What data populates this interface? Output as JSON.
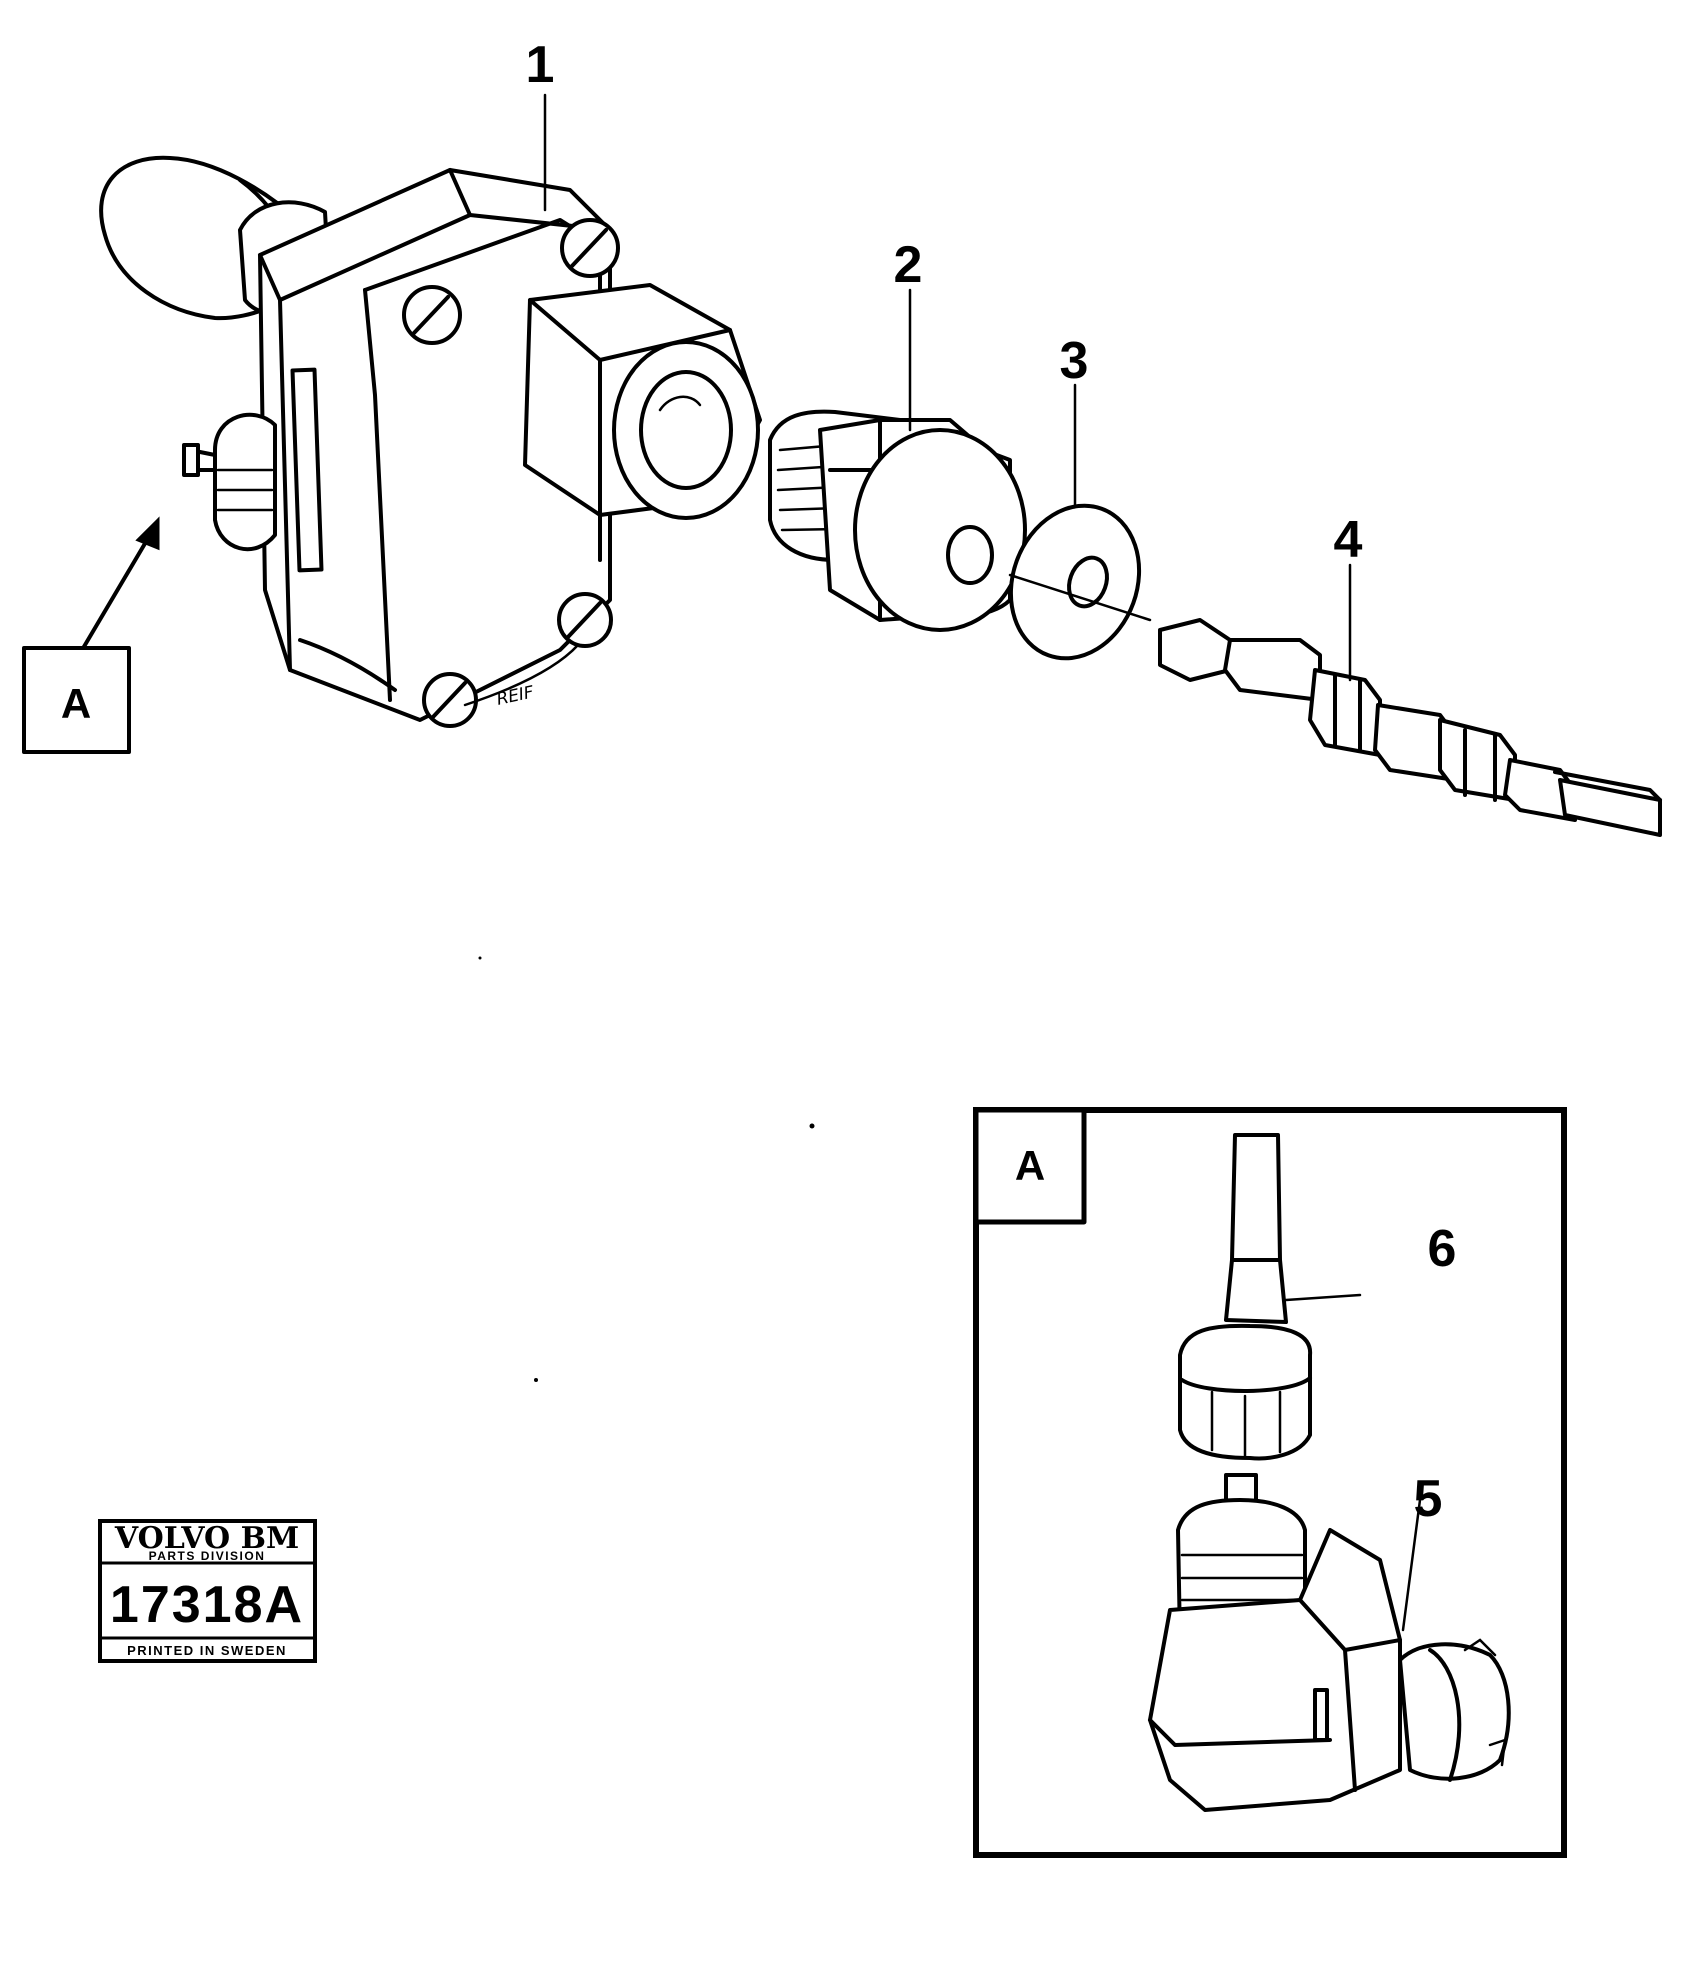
{
  "callouts": {
    "p1": "1",
    "p2": "2",
    "p3": "3",
    "p4": "4",
    "p5": "5",
    "p6": "6"
  },
  "view": {
    "label_main": "A",
    "label_detail": "A"
  },
  "part_marking": "REIF",
  "stamp": {
    "brand": "VOLVO BM",
    "division": "PARTS DIVISION",
    "number": "17318A",
    "footer": "PRINTED IN SWEDEN"
  }
}
